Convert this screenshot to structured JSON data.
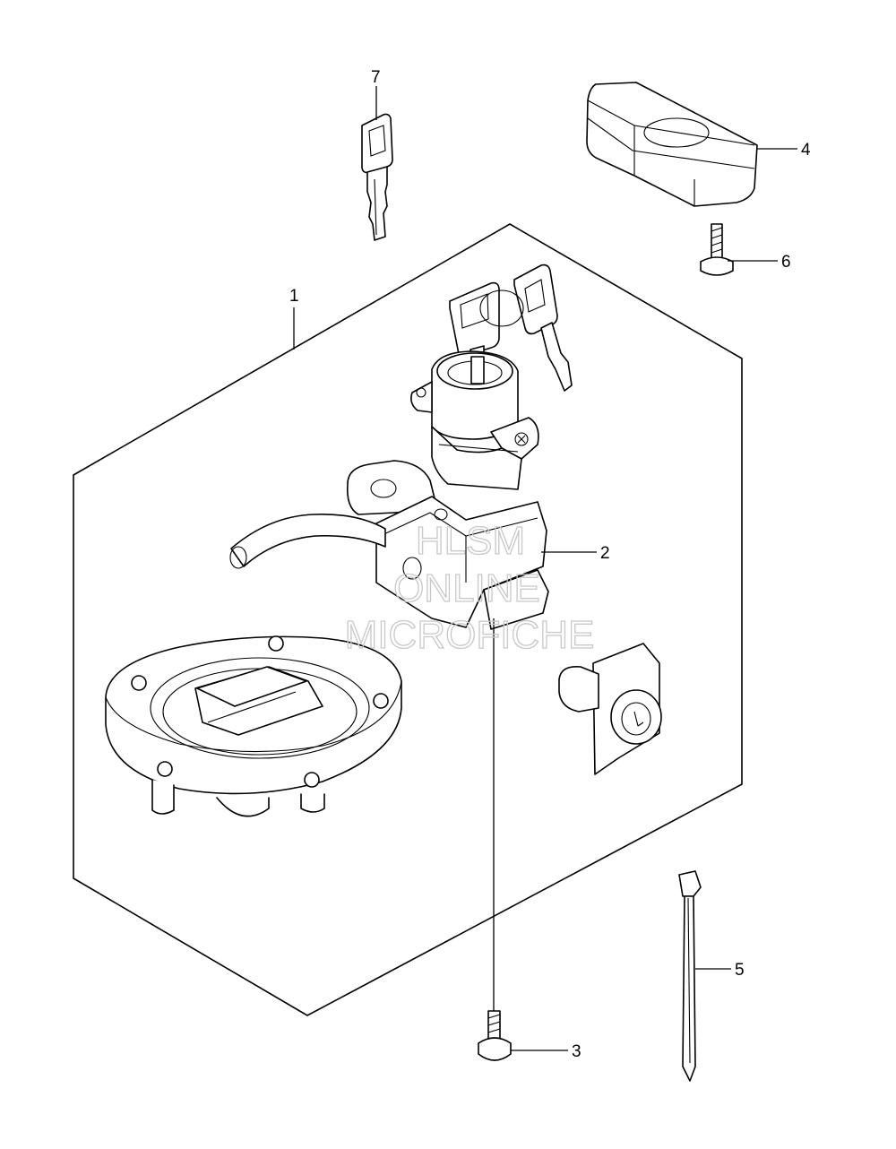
{
  "callouts": {
    "c1": "1",
    "c2": "2",
    "c3": "3",
    "c4": "4",
    "c5": "5",
    "c6": "6",
    "c7": "7"
  },
  "watermark": {
    "line1": "HLSM",
    "line2": "ONLINE",
    "line3": "MICROFICHE"
  }
}
